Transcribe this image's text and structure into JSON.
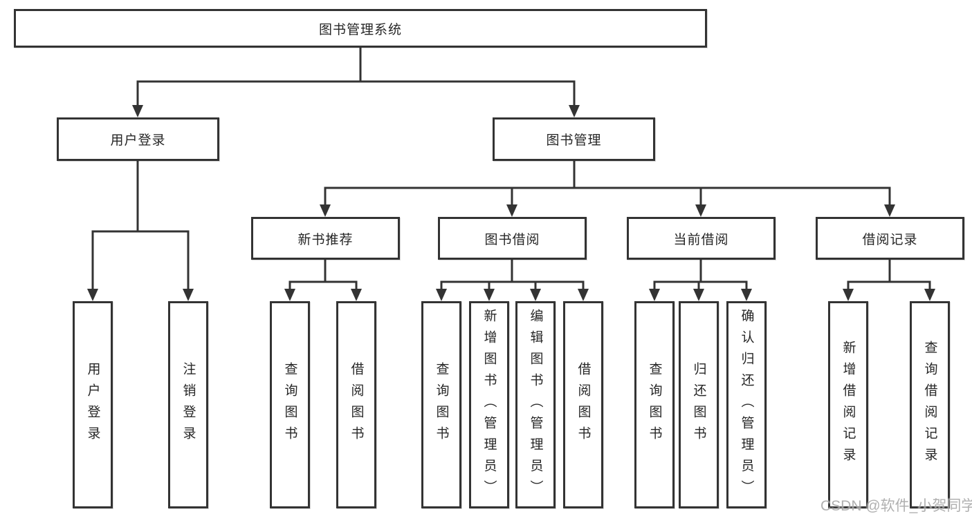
{
  "diagram": {
    "root": "图书管理系统",
    "level2": [
      "用户登录",
      "图书管理"
    ],
    "level3": [
      "新书推荐",
      "图书借阅",
      "当前借阅",
      "借阅记录"
    ],
    "leaves_user_login": [
      "用户登录",
      "注销登录"
    ],
    "leaves_new_book": [
      "查询图书",
      "借阅图书"
    ],
    "leaves_book_borrow": [
      "查询图书",
      "新增图书（管理员）",
      "编辑图书（管理员）",
      "借阅图书"
    ],
    "leaves_current_borrow": [
      "查询图书",
      "归还图书",
      "确认归还（管理员）"
    ],
    "leaves_borrow_record": [
      "新增借阅记录",
      "查询借阅记录"
    ],
    "watermark": "CSDN @软件_小贺同学",
    "colors": {
      "line": "#333333",
      "box_border": "#333333",
      "box_fill": "#ffffff",
      "text": "#262626",
      "watermark": "#969696"
    }
  }
}
